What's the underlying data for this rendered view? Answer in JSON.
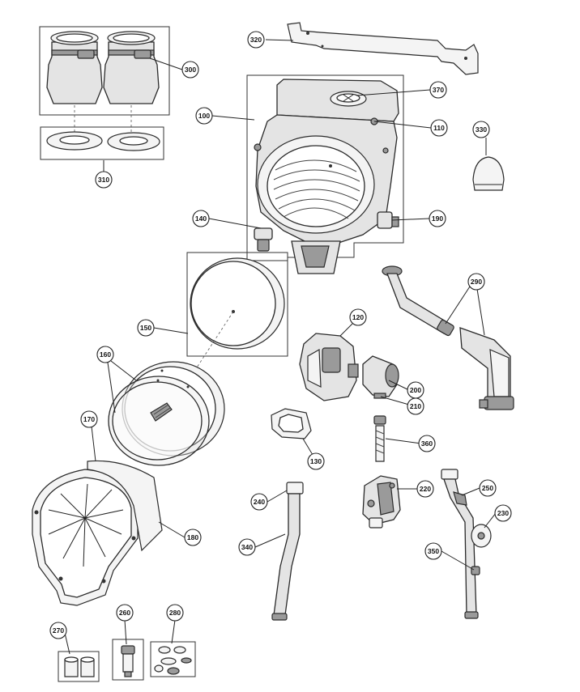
{
  "callouts": {
    "c320": "320",
    "c300": "300",
    "c370": "370",
    "c100": "100",
    "c110": "110",
    "c330": "330",
    "c310": "310",
    "c140": "140",
    "c190": "190",
    "c290": "290",
    "c150": "150",
    "c120": "120",
    "c160": "160",
    "c200": "200",
    "c210": "210",
    "c170": "170",
    "c360": "360",
    "c130": "130",
    "c220": "220",
    "c250": "250",
    "c240": "240",
    "c230": "230",
    "c340": "340",
    "c180": "180",
    "c350": "350",
    "c260": "260",
    "c280": "280",
    "c270": "270"
  }
}
